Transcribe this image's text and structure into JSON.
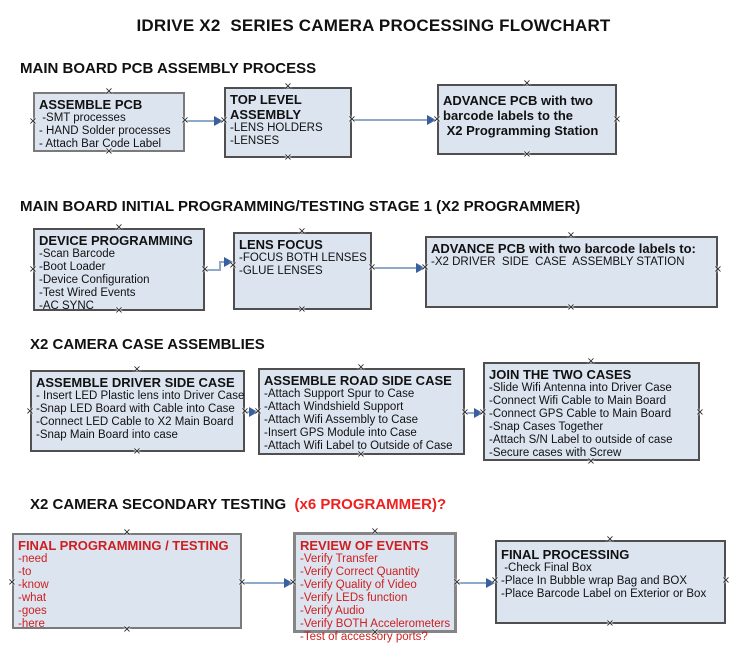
{
  "title": "IDRIVE X2  SERIES CAMERA PROCESSING FLOWCHART",
  "icons": {
    "connection_point": "×"
  },
  "colors": {
    "box_fill": "#dce4f0",
    "box_border": "#4f4f4f",
    "connector_line": "#8fa9c9",
    "connector_arrow": "#3a5f9e",
    "red_text": "#cd1f1f",
    "red_heading": "#ef2020"
  },
  "sections": [
    {
      "heading": "MAIN BOARD PCB ASSEMBLY PROCESS",
      "boxes": [
        {
          "title": "ASSEMBLE PCB",
          "lines": [
            " -SMT processes",
            "- HAND Solder processes",
            "- Attach Bar Code Label"
          ]
        },
        {
          "title": "TOP LEVEL ASSEMBLY",
          "lines": [
            "-LENS HOLDERS",
            "-LENSES"
          ]
        },
        {
          "title": "ADVANCE PCB with two\nbarcode labels to the\n X2 Programming Station",
          "lines": []
        }
      ]
    },
    {
      "heading": "MAIN BOARD INITIAL PROGRAMMING/TESTING STAGE 1 (X2 PROGRAMMER)",
      "boxes": [
        {
          "title": "DEVICE PROGRAMMING",
          "lines": [
            "-Scan Barcode",
            "-Boot Loader",
            "-Device Configuration",
            "-Test Wired Events",
            "-AC SYNC"
          ]
        },
        {
          "title": "LENS FOCUS",
          "lines": [
            "-FOCUS BOTH LENSES",
            "-GLUE LENSES"
          ]
        },
        {
          "title": "ADVANCE PCB with two barcode labels to:",
          "lines": [
            "-X2 DRIVER  SIDE  CASE  ASSEMBLY STATION"
          ]
        }
      ]
    },
    {
      "heading": "X2 CAMERA CASE ASSEMBLIES",
      "boxes": [
        {
          "title": "ASSEMBLE DRIVER SIDE CASE",
          "lines": [
            "- Insert LED Plastic lens into Driver Case",
            "-Snap LED Board with Cable into Case",
            "-Connect LED Cable to X2 Main Board",
            "-Snap Main Board into case"
          ]
        },
        {
          "title": "ASSEMBLE ROAD SIDE CASE",
          "lines": [
            "-Attach Support Spur to Case",
            "-Attach Windshield Support",
            "-Attach Wifi Assembly to Case",
            "-Insert GPS Module into Case",
            "-Attach Wifi Label to Outside of Case"
          ]
        },
        {
          "title": "JOIN THE TWO CASES",
          "lines": [
            "-Slide Wifi Antenna into Driver Case",
            "-Connect Wifi Cable to Main Board",
            "-Connect GPS Cable to Main Board",
            "-Snap Cases Together",
            "-Attach S/N Label to outside of case",
            "-Secure cases with Screw"
          ]
        }
      ]
    },
    {
      "heading": "X2 CAMERA SECONDARY TESTING",
      "heading_suffix": "  (x6 PROGRAMMER)?",
      "boxes": [
        {
          "title": "FINAL PROGRAMMING / TESTING",
          "lines": [
            "-need",
            "-to",
            "-know",
            "-what",
            "-goes",
            "-here"
          ]
        },
        {
          "title": "REVIEW OF EVENTS",
          "lines": [
            "-Verify Transfer",
            "-Verify Correct Quantity",
            "-Verify Quality of Video",
            "-Verify LEDs function",
            "-Verify Audio",
            "-Verify BOTH Accelerometers",
            "-Test of accessory ports?"
          ]
        },
        {
          "title": "FINAL PROCESSING",
          "lines": [
            " -Check Final Box",
            "-Place In Bubble wrap Bag and BOX",
            "-Place Barcode Label on Exterior or Box"
          ]
        }
      ]
    }
  ]
}
